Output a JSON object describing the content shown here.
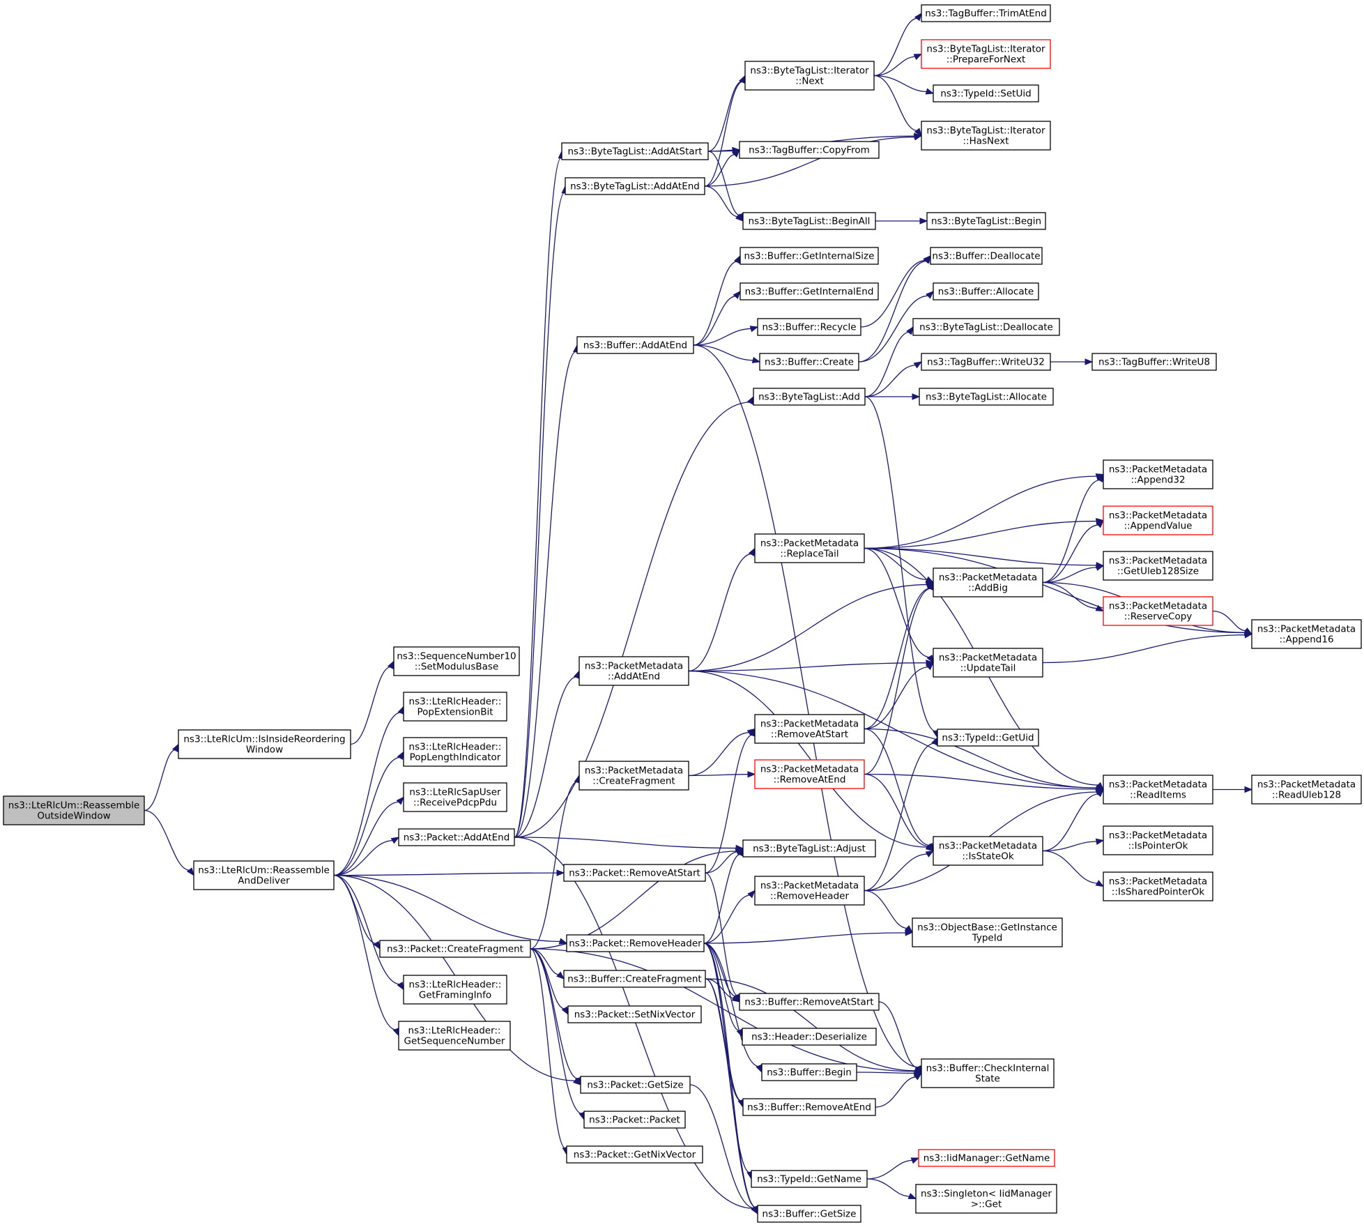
{
  "colors": {
    "edge": "#191970",
    "normal_border": "#000000",
    "truncated_border": "#ff0000",
    "root_fill": "#bfbfbf"
  },
  "nodes": {
    "root": {
      "lines": [
        "ns3::LteRlcUm::Reassemble",
        "OutsideWindow"
      ],
      "root": true
    },
    "isInsideReordering": {
      "lines": [
        "ns3::LteRlcUm::IsInsideReordering",
        "Window"
      ]
    },
    "reassembleAndDeliver": {
      "lines": [
        "ns3::LteRlcUm::Reassemble",
        "AndDeliver"
      ]
    },
    "seqSetModulusBase": {
      "lines": [
        "ns3::SequenceNumber10",
        "::SetModulusBase"
      ]
    },
    "popExtensionBit": {
      "lines": [
        "ns3::LteRlcHeader::",
        "PopExtensionBit"
      ]
    },
    "popLengthIndicator": {
      "lines": [
        "ns3::LteRlcHeader::",
        "PopLengthIndicator"
      ]
    },
    "receivePdcpPdu": {
      "lines": [
        "ns3::LteRlcSapUser",
        "::ReceivePdcpPdu"
      ]
    },
    "packetAddAtEnd": {
      "lines": [
        "ns3::Packet::AddAtEnd"
      ]
    },
    "packetRemoveAtStart": {
      "lines": [
        "ns3::Packet::RemoveAtStart"
      ]
    },
    "packetCreateFragment": {
      "lines": [
        "ns3::Packet::CreateFragment"
      ]
    },
    "packetRemoveHeader": {
      "lines": [
        "ns3::Packet::RemoveHeader"
      ]
    },
    "getFramingInfo": {
      "lines": [
        "ns3::LteRlcHeader::",
        "GetFramingInfo"
      ]
    },
    "getSequenceNumber": {
      "lines": [
        "ns3::LteRlcHeader::",
        "GetSequenceNumber"
      ]
    },
    "packetGetSize": {
      "lines": [
        "ns3::Packet::GetSize"
      ]
    },
    "btlAddAtStart": {
      "lines": [
        "ns3::ByteTagList::AddAtStart"
      ]
    },
    "btlAddAtEnd": {
      "lines": [
        "ns3::ByteTagList::AddAtEnd"
      ]
    },
    "bufferAddAtEnd": {
      "lines": [
        "ns3::Buffer::AddAtEnd"
      ]
    },
    "pmAddAtEnd": {
      "lines": [
        "ns3::PacketMetadata",
        "::AddAtEnd"
      ]
    },
    "pmCreateFragment": {
      "lines": [
        "ns3::PacketMetadata",
        "::CreateFragment"
      ]
    },
    "bufferCreateFragment": {
      "lines": [
        "ns3::Buffer::CreateFragment"
      ]
    },
    "packetSetNixVector": {
      "lines": [
        "ns3::Packet::SetNixVector"
      ]
    },
    "packetPacket": {
      "lines": [
        "ns3::Packet::Packet"
      ]
    },
    "packetGetNixVector": {
      "lines": [
        "ns3::Packet::GetNixVector"
      ]
    },
    "btlItNext": {
      "lines": [
        "ns3::ByteTagList::Iterator",
        "::Next"
      ]
    },
    "tbCopyFrom": {
      "lines": [
        "ns3::TagBuffer::CopyFrom"
      ]
    },
    "btlBeginAll": {
      "lines": [
        "ns3::ByteTagList::BeginAll"
      ]
    },
    "bufGetInternalSize": {
      "lines": [
        "ns3::Buffer::GetInternalSize"
      ]
    },
    "bufGetInternalEnd": {
      "lines": [
        "ns3::Buffer::GetInternalEnd"
      ]
    },
    "bufRecycle": {
      "lines": [
        "ns3::Buffer::Recycle"
      ]
    },
    "bufCreate": {
      "lines": [
        "ns3::Buffer::Create"
      ]
    },
    "btlAdd": {
      "lines": [
        "ns3::ByteTagList::Add"
      ]
    },
    "pmReplaceTail": {
      "lines": [
        "ns3::PacketMetadata",
        "::ReplaceTail"
      ]
    },
    "pmRemoveAtStart": {
      "lines": [
        "ns3::PacketMetadata",
        "::RemoveAtStart"
      ]
    },
    "pmRemoveAtEnd": {
      "lines": [
        "ns3::PacketMetadata",
        "::RemoveAtEnd"
      ],
      "red": true
    },
    "btlAdjust": {
      "lines": [
        "ns3::ByteTagList::Adjust"
      ]
    },
    "pmRemoveHeader": {
      "lines": [
        "ns3::PacketMetadata",
        "::RemoveHeader"
      ]
    },
    "bufRemoveAtStart": {
      "lines": [
        "ns3::Buffer::RemoveAtStart"
      ]
    },
    "headerDeserialize": {
      "lines": [
        "ns3::Header::Deserialize"
      ]
    },
    "bufBegin": {
      "lines": [
        "ns3::Buffer::Begin"
      ]
    },
    "bufRemoveAtEnd": {
      "lines": [
        "ns3::Buffer::RemoveAtEnd"
      ]
    },
    "typeIdGetName": {
      "lines": [
        "ns3::TypeId::GetName"
      ]
    },
    "bufGetSize": {
      "lines": [
        "ns3::Buffer::GetSize"
      ]
    },
    "tbTrimAtEnd": {
      "lines": [
        "ns3::TagBuffer::TrimAtEnd"
      ]
    },
    "btlItPrepareForNext": {
      "lines": [
        "ns3::ByteTagList::Iterator",
        "::PrepareForNext"
      ],
      "red": true
    },
    "typeIdSetUid": {
      "lines": [
        "ns3::TypeId::SetUid"
      ]
    },
    "btlItHasNext": {
      "lines": [
        "ns3::ByteTagList::Iterator",
        "::HasNext"
      ]
    },
    "btlBegin": {
      "lines": [
        "ns3::ByteTagList::Begin"
      ]
    },
    "bufDeallocate": {
      "lines": [
        "ns3::Buffer::Deallocate"
      ]
    },
    "bufAllocate": {
      "lines": [
        "ns3::Buffer::Allocate"
      ]
    },
    "btlDeallocate": {
      "lines": [
        "ns3::ByteTagList::Deallocate"
      ]
    },
    "tbWriteU32": {
      "lines": [
        "ns3::TagBuffer::WriteU32"
      ]
    },
    "btlAllocate": {
      "lines": [
        "ns3::ByteTagList::Allocate"
      ]
    },
    "tbWriteU8": {
      "lines": [
        "ns3::TagBuffer::WriteU8"
      ]
    },
    "pmAppend32": {
      "lines": [
        "ns3::PacketMetadata",
        "::Append32"
      ]
    },
    "pmAppendValue": {
      "lines": [
        "ns3::PacketMetadata",
        "::AppendValue"
      ],
      "red": true
    },
    "pmAddBig": {
      "lines": [
        "ns3::PacketMetadata",
        "::AddBig"
      ]
    },
    "pmGetUleb128Size": {
      "lines": [
        "ns3::PacketMetadata",
        "::GetUleb128Size"
      ]
    },
    "pmReserveCopy": {
      "lines": [
        "ns3::PacketMetadata",
        "::ReserveCopy"
      ],
      "red": true
    },
    "pmAppend16": {
      "lines": [
        "ns3::PacketMetadata",
        "::Append16"
      ]
    },
    "pmUpdateTail": {
      "lines": [
        "ns3::PacketMetadata",
        "::UpdateTail"
      ]
    },
    "typeIdGetUid": {
      "lines": [
        "ns3::TypeId::GetUid"
      ]
    },
    "pmReadItems": {
      "lines": [
        "ns3::PacketMetadata",
        "::ReadItems"
      ]
    },
    "pmReadUleb128": {
      "lines": [
        "ns3::PacketMetadata",
        "::ReadUleb128"
      ]
    },
    "pmIsStateOk": {
      "lines": [
        "ns3::PacketMetadata",
        "::IsStateOk"
      ]
    },
    "pmIsPointerOk": {
      "lines": [
        "ns3::PacketMetadata",
        "::IsPointerOk"
      ]
    },
    "pmIsSharedPointerOk": {
      "lines": [
        "ns3::PacketMetadata",
        "::IsSharedPointerOk"
      ]
    },
    "objGetInstanceTypeId": {
      "lines": [
        "ns3::ObjectBase::GetInstance",
        "TypeId"
      ]
    },
    "bufCheckInternalState": {
      "lines": [
        "ns3::Buffer::CheckInternal",
        "State"
      ]
    },
    "iidGetName": {
      "lines": [
        "ns3::IidManager::GetName"
      ],
      "red": true
    },
    "singletonGet": {
      "lines": [
        "ns3::Singleton< IidManager",
        " >::Get"
      ]
    }
  },
  "edges": [
    [
      "root",
      "isInsideReordering"
    ],
    [
      "root",
      "reassembleAndDeliver"
    ],
    [
      "isInsideReordering",
      "seqSetModulusBase"
    ],
    [
      "reassembleAndDeliver",
      "popExtensionBit"
    ],
    [
      "reassembleAndDeliver",
      "popLengthIndicator"
    ],
    [
      "reassembleAndDeliver",
      "receivePdcpPdu"
    ],
    [
      "reassembleAndDeliver",
      "packetAddAtEnd"
    ],
    [
      "reassembleAndDeliver",
      "packetRemoveAtStart"
    ],
    [
      "reassembleAndDeliver",
      "packetCreateFragment"
    ],
    [
      "reassembleAndDeliver",
      "packetRemoveHeader"
    ],
    [
      "reassembleAndDeliver",
      "getFramingInfo"
    ],
    [
      "reassembleAndDeliver",
      "getSequenceNumber"
    ],
    [
      "reassembleAndDeliver",
      "packetGetSize"
    ],
    [
      "packetAddAtEnd",
      "btlAddAtStart"
    ],
    [
      "packetAddAtEnd",
      "btlAddAtEnd"
    ],
    [
      "packetAddAtEnd",
      "bufferAddAtEnd"
    ],
    [
      "packetAddAtEnd",
      "btlAdd"
    ],
    [
      "packetAddAtEnd",
      "pmAddAtEnd"
    ],
    [
      "packetAddAtEnd",
      "btlAdjust"
    ],
    [
      "packetAddAtEnd",
      "bufGetSize"
    ],
    [
      "packetRemoveAtStart",
      "btlAdjust"
    ],
    [
      "packetRemoveAtStart",
      "pmRemoveAtStart"
    ],
    [
      "packetRemoveAtStart",
      "bufRemoveAtStart"
    ],
    [
      "packetCreateFragment",
      "pmCreateFragment"
    ],
    [
      "packetCreateFragment",
      "btlAdjust"
    ],
    [
      "packetCreateFragment",
      "bufferCreateFragment"
    ],
    [
      "packetCreateFragment",
      "packetSetNixVector"
    ],
    [
      "packetCreateFragment",
      "packetGetSize"
    ],
    [
      "packetCreateFragment",
      "packetPacket"
    ],
    [
      "packetCreateFragment",
      "packetGetNixVector"
    ],
    [
      "packetCreateFragment",
      "bufCheckInternalState"
    ],
    [
      "packetRemoveHeader",
      "btlAdjust"
    ],
    [
      "packetRemoveHeader",
      "pmRemoveHeader"
    ],
    [
      "packetRemoveHeader",
      "objGetInstanceTypeId"
    ],
    [
      "packetRemoveHeader",
      "bufRemoveAtStart"
    ],
    [
      "packetRemoveHeader",
      "headerDeserialize"
    ],
    [
      "packetRemoveHeader",
      "bufBegin"
    ],
    [
      "packetRemoveHeader",
      "bufRemoveAtEnd"
    ],
    [
      "packetRemoveHeader",
      "typeIdGetName"
    ],
    [
      "packetRemoveHeader",
      "bufGetSize"
    ],
    [
      "btlAddAtStart",
      "btlItNext"
    ],
    [
      "btlAddAtStart",
      "tbCopyFrom"
    ],
    [
      "btlAddAtStart",
      "btlItHasNext"
    ],
    [
      "btlAddAtStart",
      "btlBeginAll"
    ],
    [
      "btlAddAtEnd",
      "btlItNext"
    ],
    [
      "btlAddAtEnd",
      "tbCopyFrom"
    ],
    [
      "btlAddAtEnd",
      "btlItHasNext"
    ],
    [
      "btlAddAtEnd",
      "btlBeginAll"
    ],
    [
      "btlItNext",
      "tbTrimAtEnd"
    ],
    [
      "btlItNext",
      "btlItPrepareForNext"
    ],
    [
      "btlItNext",
      "typeIdSetUid"
    ],
    [
      "btlItNext",
      "btlItHasNext"
    ],
    [
      "btlBeginAll",
      "btlBegin"
    ],
    [
      "bufferAddAtEnd",
      "bufGetInternalSize"
    ],
    [
      "bufferAddAtEnd",
      "bufGetInternalEnd"
    ],
    [
      "bufferAddAtEnd",
      "bufRecycle"
    ],
    [
      "bufferAddAtEnd",
      "bufCreate"
    ],
    [
      "bufferAddAtEnd",
      "bufCheckInternalState"
    ],
    [
      "bufRecycle",
      "bufDeallocate"
    ],
    [
      "bufCreate",
      "bufDeallocate"
    ],
    [
      "bufCreate",
      "bufAllocate"
    ],
    [
      "btlAdd",
      "btlDeallocate"
    ],
    [
      "btlAdd",
      "tbWriteU32"
    ],
    [
      "btlAdd",
      "btlAllocate"
    ],
    [
      "btlAdd",
      "typeIdGetUid"
    ],
    [
      "tbWriteU32",
      "tbWriteU8"
    ],
    [
      "pmAddAtEnd",
      "pmReplaceTail"
    ],
    [
      "pmAddAtEnd",
      "pmAddBig"
    ],
    [
      "pmAddAtEnd",
      "pmUpdateTail"
    ],
    [
      "pmAddAtEnd",
      "pmReadItems"
    ],
    [
      "pmAddAtEnd",
      "pmIsStateOk"
    ],
    [
      "pmReplaceTail",
      "pmAppend16"
    ],
    [
      "pmReplaceTail",
      "pmAppend32"
    ],
    [
      "pmReplaceTail",
      "pmAppendValue"
    ],
    [
      "pmReplaceTail",
      "pmGetUleb128Size"
    ],
    [
      "pmReplaceTail",
      "pmAddBig"
    ],
    [
      "pmReplaceTail",
      "pmUpdateTail"
    ],
    [
      "pmReplaceTail",
      "pmReadItems"
    ],
    [
      "pmAddBig",
      "pmAppend32"
    ],
    [
      "pmAddBig",
      "pmAppendValue"
    ],
    [
      "pmAddBig",
      "pmGetUleb128Size"
    ],
    [
      "pmAddBig",
      "pmReserveCopy"
    ],
    [
      "pmAddBig",
      "pmAppend16"
    ],
    [
      "pmReserveCopy",
      "pmAppend16"
    ],
    [
      "pmUpdateTail",
      "pmAppend16"
    ],
    [
      "pmCreateFragment",
      "pmRemoveAtStart"
    ],
    [
      "pmCreateFragment",
      "pmRemoveAtEnd"
    ],
    [
      "pmRemoveAtStart",
      "pmAddBig"
    ],
    [
      "pmRemoveAtStart",
      "pmUpdateTail"
    ],
    [
      "pmRemoveAtStart",
      "pmReadItems"
    ],
    [
      "pmRemoveAtStart",
      "pmIsStateOk"
    ],
    [
      "pmRemoveAtEnd",
      "pmAddBig"
    ],
    [
      "pmRemoveAtEnd",
      "pmReadItems"
    ],
    [
      "pmRemoveAtEnd",
      "pmIsStateOk"
    ],
    [
      "pmReadItems",
      "pmReadUleb128"
    ],
    [
      "pmIsStateOk",
      "pmReadItems"
    ],
    [
      "pmIsStateOk",
      "pmIsPointerOk"
    ],
    [
      "pmIsStateOk",
      "pmIsSharedPointerOk"
    ],
    [
      "pmRemoveHeader",
      "typeIdGetUid"
    ],
    [
      "pmRemoveHeader",
      "pmIsStateOk"
    ],
    [
      "pmRemoveHeader",
      "pmReadItems"
    ],
    [
      "pmRemoveHeader",
      "objGetInstanceTypeId"
    ],
    [
      "bufferCreateFragment",
      "bufRemoveAtStart"
    ],
    [
      "bufferCreateFragment",
      "bufRemoveAtEnd"
    ],
    [
      "bufferCreateFragment",
      "bufGetSize"
    ],
    [
      "bufferCreateFragment",
      "bufCheckInternalState"
    ],
    [
      "bufRemoveAtStart",
      "bufCheckInternalState"
    ],
    [
      "bufBegin",
      "bufCheckInternalState"
    ],
    [
      "bufRemoveAtEnd",
      "bufCheckInternalState"
    ],
    [
      "typeIdGetName",
      "iidGetName"
    ],
    [
      "typeIdGetName",
      "singletonGet"
    ],
    [
      "packetGetSize",
      "bufGetSize"
    ]
  ]
}
